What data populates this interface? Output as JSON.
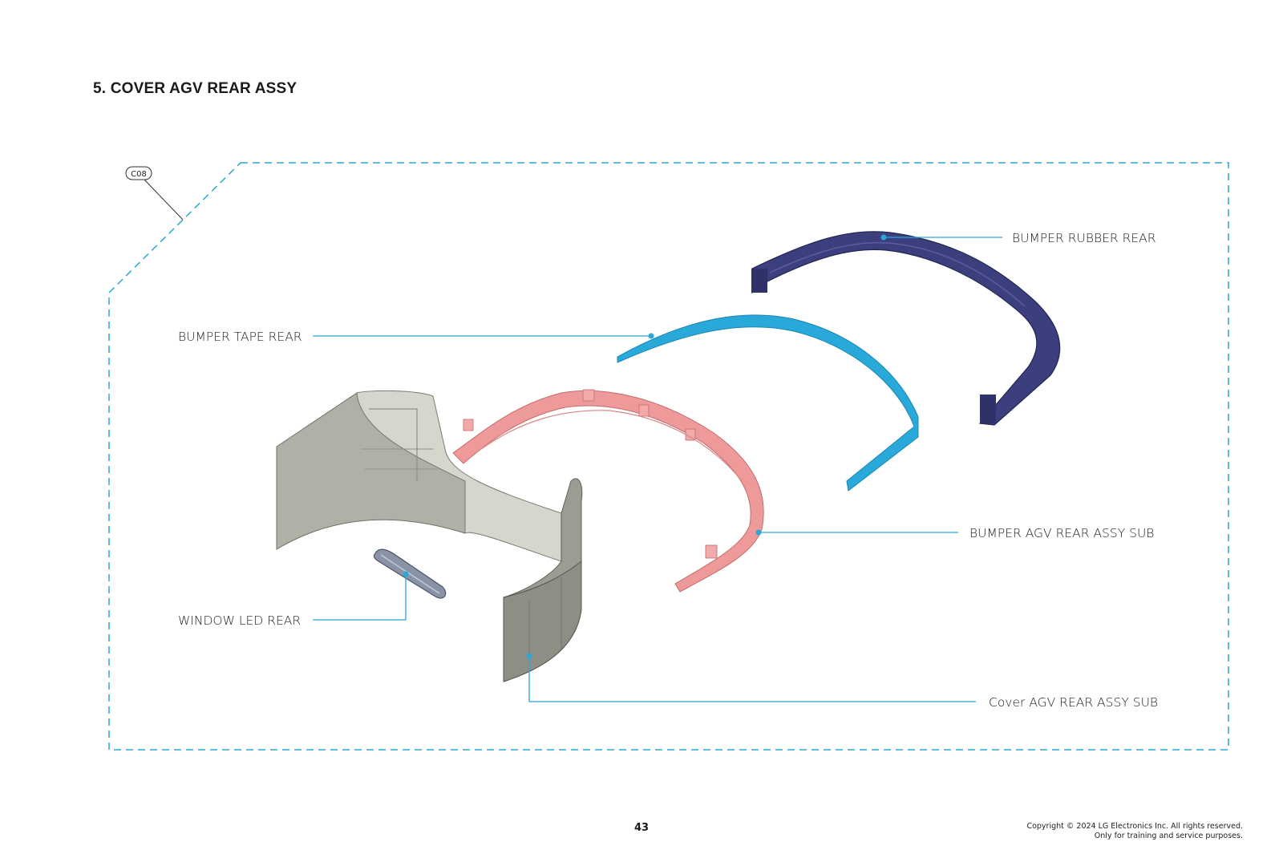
{
  "section_title": "5. COVER AGV REAR ASSY",
  "badge": "C08",
  "parts": {
    "bumper_rubber_rear": "BUMPER RUBBER REAR",
    "bumper_tape_rear": "BUMPER TAPE REAR",
    "bumper_agv_rear_assy_sub": "BUMPER AGV REAR ASSY SUB",
    "window_led_rear": "WINDOW LED REAR",
    "cover_agv_rear_assy_sub": "Cover AGV REAR ASSY SUB"
  },
  "footer": {
    "page_number": "43",
    "copyright_line1": "Copyright © 2024 LG Electronics Inc. All rights reserved.",
    "copyright_line2": "Only for training and service purposes."
  },
  "colors": {
    "leader_line": "#2aa7d6",
    "frame_dash": "#2aa7d6",
    "rubber": "#3b3f7e",
    "tape": "#29a9d9",
    "bumper": "#ef9a9a",
    "cover": "#a9a99f",
    "window": "#8a93a6"
  }
}
